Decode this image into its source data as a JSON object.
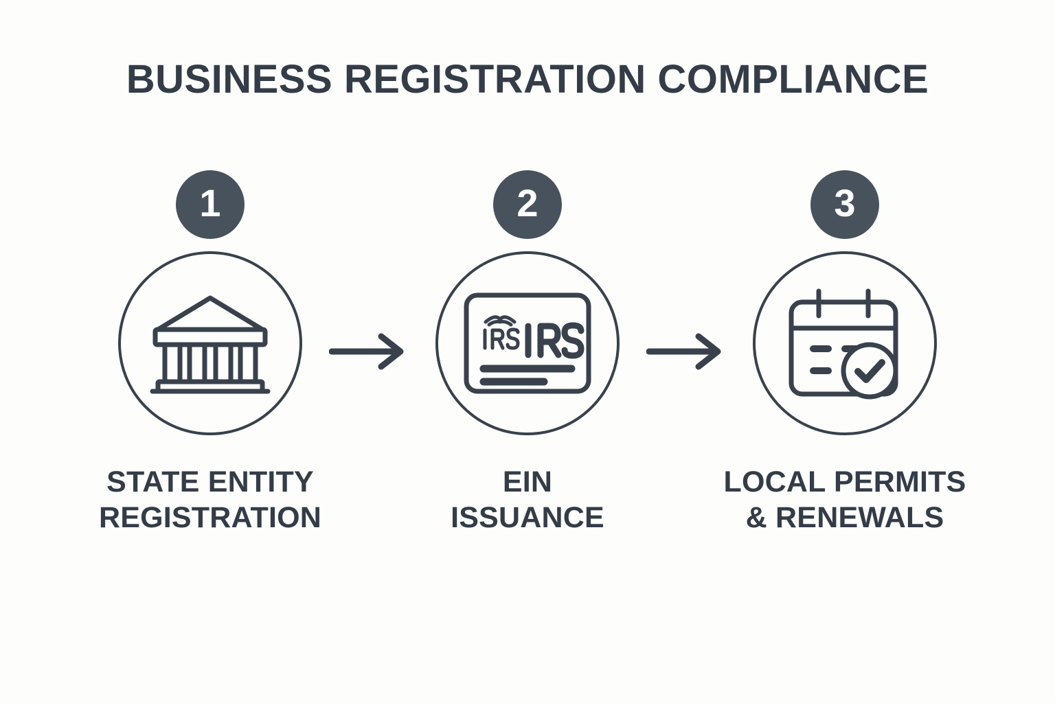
{
  "page": {
    "title": "BUSINESS REGISTRATION COMPLIANCE",
    "background_color": "#fdfdfc",
    "ink_color": "#333c47",
    "badge_fill_color": "#48525d",
    "badge_text_color": "#ffffff",
    "stroke_color": "#38414c"
  },
  "steps": [
    {
      "number": "1",
      "icon": "bank-building-icon",
      "label_line1": "STATE ENTITY",
      "label_line2": "REGISTRATION"
    },
    {
      "number": "2",
      "icon": "irs-card-icon",
      "icon_text_small": "IRS",
      "icon_text_large": "IRS",
      "label_line1": "EIN",
      "label_line2": "ISSUANCE"
    },
    {
      "number": "3",
      "icon": "calendar-check-icon",
      "label_line1": "LOCAL PERMITS",
      "label_line2": "& RENEWALS"
    }
  ],
  "connectors": [
    {
      "icon": "arrow-right-icon"
    },
    {
      "icon": "arrow-right-icon"
    }
  ]
}
